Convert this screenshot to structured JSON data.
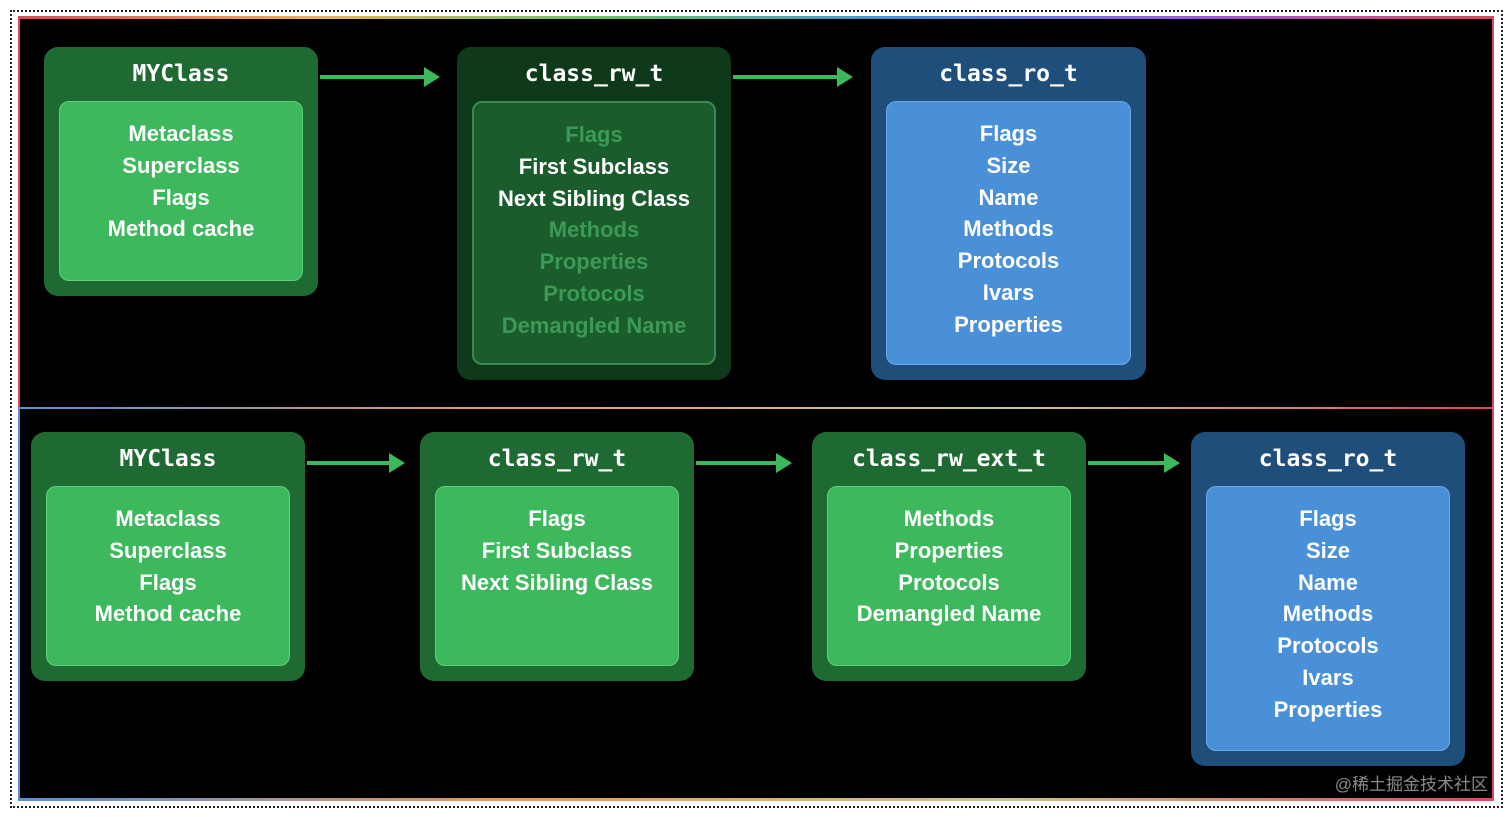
{
  "top": {
    "myclass": {
      "title": "MYClass",
      "fields": [
        "Metaclass",
        "Superclass",
        "Flags",
        "Method cache"
      ]
    },
    "rw": {
      "title": "class_rw_t",
      "fields": [
        {
          "t": "Flags",
          "dim": true
        },
        {
          "t": "First Subclass",
          "dim": false
        },
        {
          "t": "Next Sibling Class",
          "dim": false
        },
        {
          "t": "Methods",
          "dim": true
        },
        {
          "t": "Properties",
          "dim": true
        },
        {
          "t": "Protocols",
          "dim": true
        },
        {
          "t": "Demangled Name",
          "dim": true
        }
      ]
    },
    "ro": {
      "title": "class_ro_t",
      "fields": [
        "Flags",
        "Size",
        "Name",
        "Methods",
        "Protocols",
        "Ivars",
        "Properties"
      ]
    }
  },
  "bottom": {
    "myclass": {
      "title": "MYClass",
      "fields": [
        "Metaclass",
        "Superclass",
        "Flags",
        "Method cache"
      ]
    },
    "rw": {
      "title": "class_rw_t",
      "fields": [
        "Flags",
        "First Subclass",
        "Next Sibling Class"
      ]
    },
    "rwext": {
      "title": "class_rw_ext_t",
      "fields": [
        "Methods",
        "Properties",
        "Protocols",
        "Demangled Name"
      ]
    },
    "ro": {
      "title": "class_ro_t",
      "fields": [
        "Flags",
        "Size",
        "Name",
        "Methods",
        "Protocols",
        "Ivars",
        "Properties"
      ]
    }
  },
  "watermark": "@稀土掘金技术社区"
}
